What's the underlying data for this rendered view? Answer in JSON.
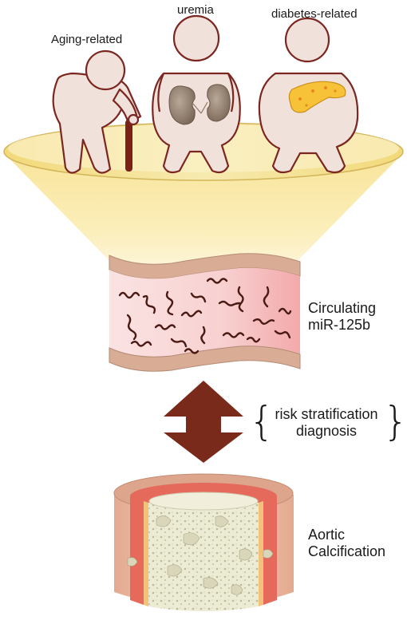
{
  "groups": {
    "aging": "Aging-related",
    "uremia": "uremia",
    "diabetes": "diabetes-related"
  },
  "biomarker": {
    "line1": "Circulating",
    "line2": "miR-125b"
  },
  "relation": {
    "line1": "risk stratification",
    "line2": "diagnosis"
  },
  "outcome": {
    "line1": "Aortic",
    "line2": "Calcification"
  },
  "colors": {
    "skin": "#f1e1db",
    "outline": "#7b2621",
    "cane": "#7a2218",
    "funnel_rim": "#f4e7a4",
    "funnel_body": "#fbe9a6",
    "vessel_wall": "#d4a890",
    "vessel_lumen": "#f6c7c7",
    "mirna": "#4a1a14",
    "arrow": "#7a2a1a",
    "aorta_outer": "#d9a78e",
    "aorta_media": "#e5695a",
    "calcification": "#e9e7cf",
    "kidney": "#8f7a68",
    "pancreas": "#f7c238"
  }
}
